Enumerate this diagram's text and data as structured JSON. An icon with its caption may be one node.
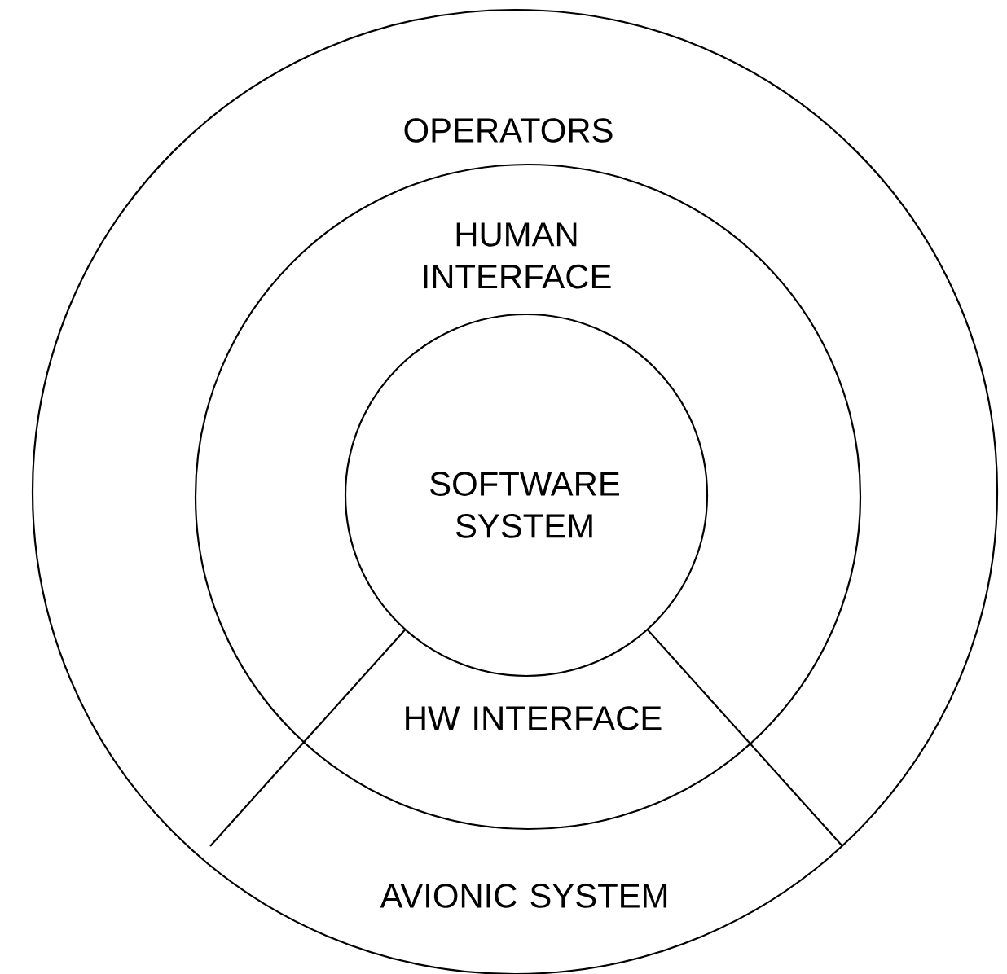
{
  "diagram": {
    "nodes": [
      {
        "text": [
          "OPERATORS"
        ]
      },
      {
        "text": [
          "HUMAN INTERFACE"
        ],
        "in": 0
      },
      {
        "text": [
          "SOFTWARE SYSTEM"
        ],
        "in": 1
      }
    ],
    "labels": [
      "HW INTERFACE",
      "AVIONIC SYSTEM"
    ]
  }
}
